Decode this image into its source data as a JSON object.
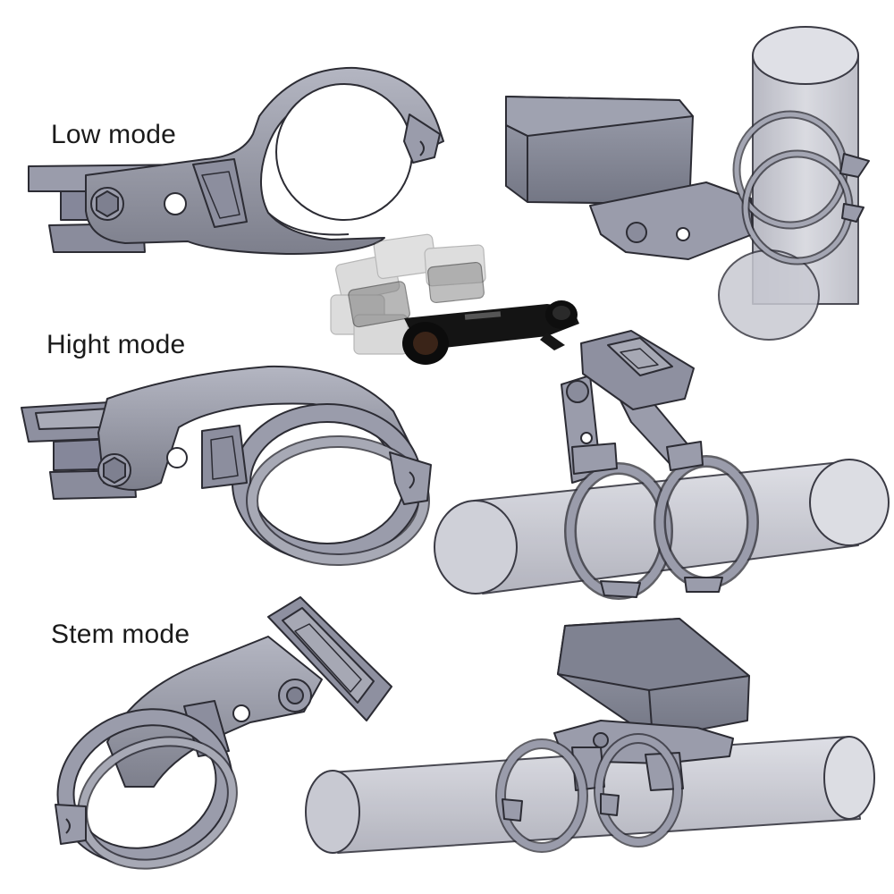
{
  "labels": {
    "low": "Low mode",
    "high": "Hight mode",
    "stem": "Stem mode"
  },
  "colors": {
    "part_fill": "#9a9cab",
    "part_shadow": "#6d6f7c",
    "part_highlight": "#c3c5cf",
    "edge": "#2c2c34",
    "tube_fill": "#cfd0d8",
    "tube_edge": "#3a3a44",
    "device_top": "#8f92a1",
    "device_side": "#7b7e8c"
  }
}
